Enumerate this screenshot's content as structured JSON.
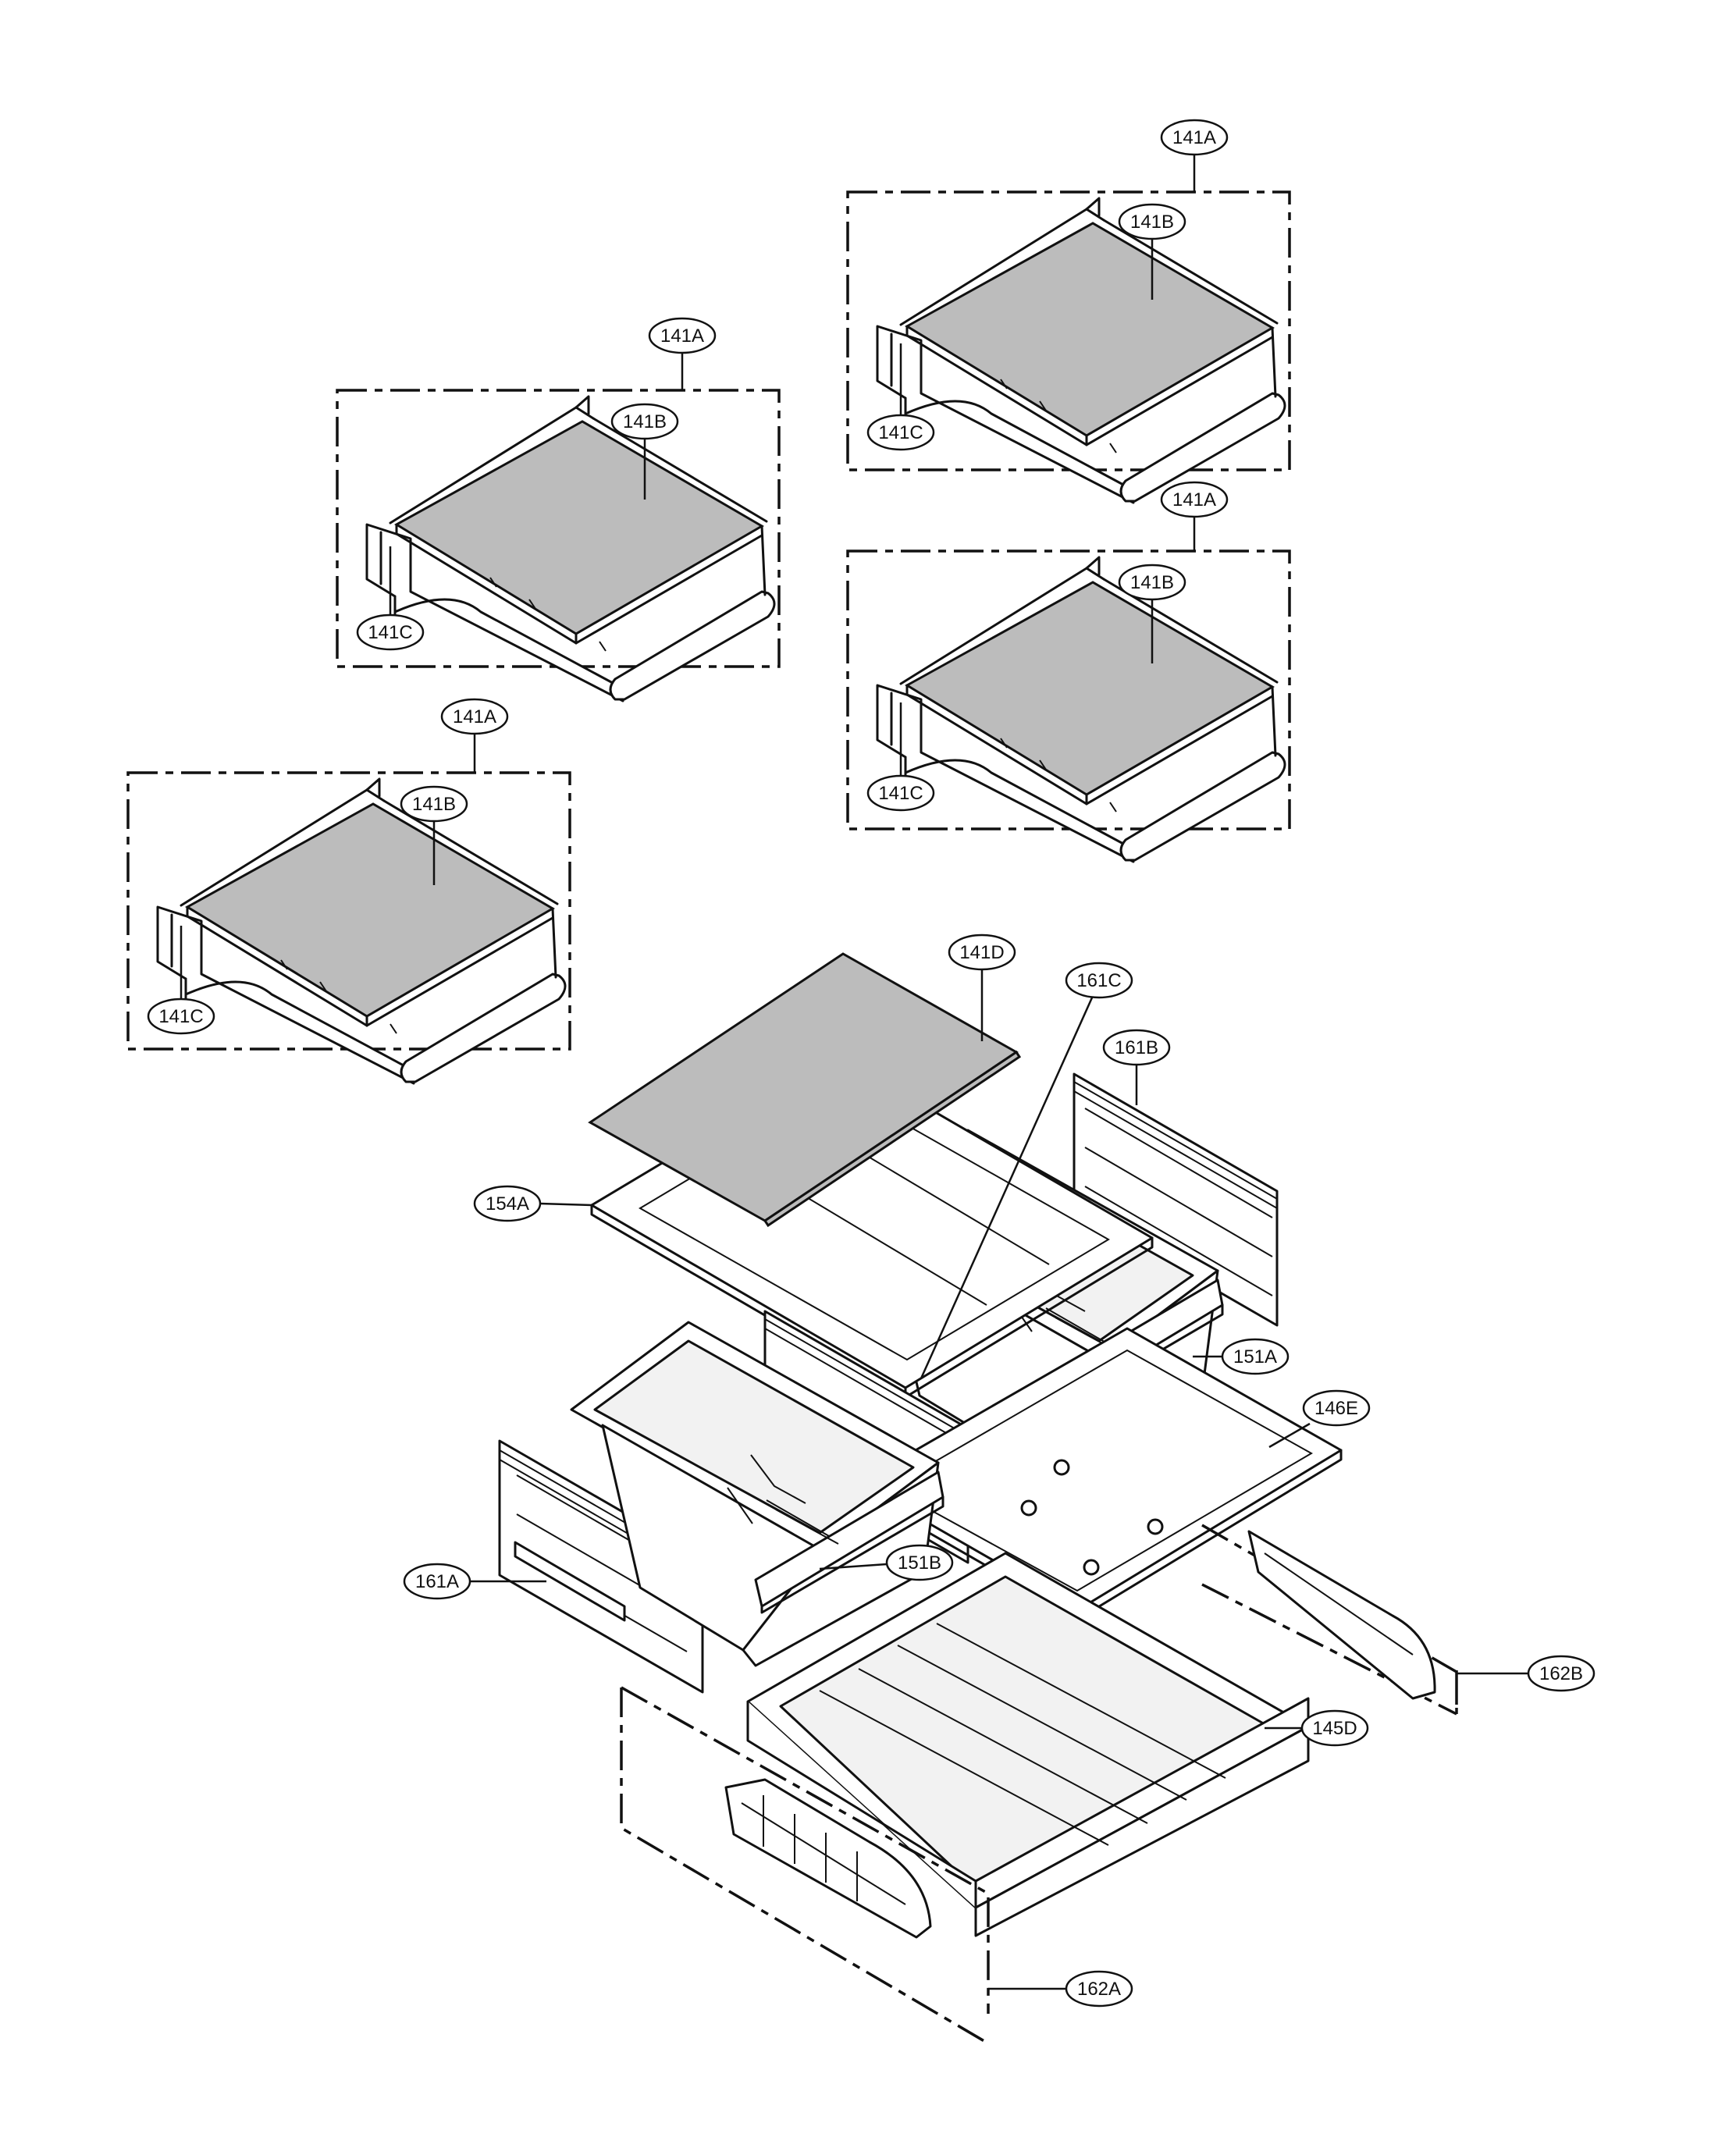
{
  "callouts": {
    "shelf_a": {
      "assembly": "141A",
      "glass": "141B",
      "bracket": "141C"
    },
    "shelf_b": {
      "assembly": "141A",
      "glass": "141B",
      "bracket": "141C"
    },
    "shelf_c": {
      "assembly": "141A",
      "glass": "141B",
      "bracket": "141C"
    },
    "shelf_d": {
      "assembly": "141A",
      "glass": "141B",
      "bracket": "141C"
    },
    "crisper_glass": "141D",
    "cover_frame": "154A",
    "center_divider": "161C",
    "right_divider": "161B",
    "left_divider": "161A",
    "right_drawer": "151A",
    "left_drawer": "151B",
    "drawer_support": "146E",
    "rail_right": "162B",
    "pantry_drawer": "145D",
    "rail_left": "162A"
  }
}
